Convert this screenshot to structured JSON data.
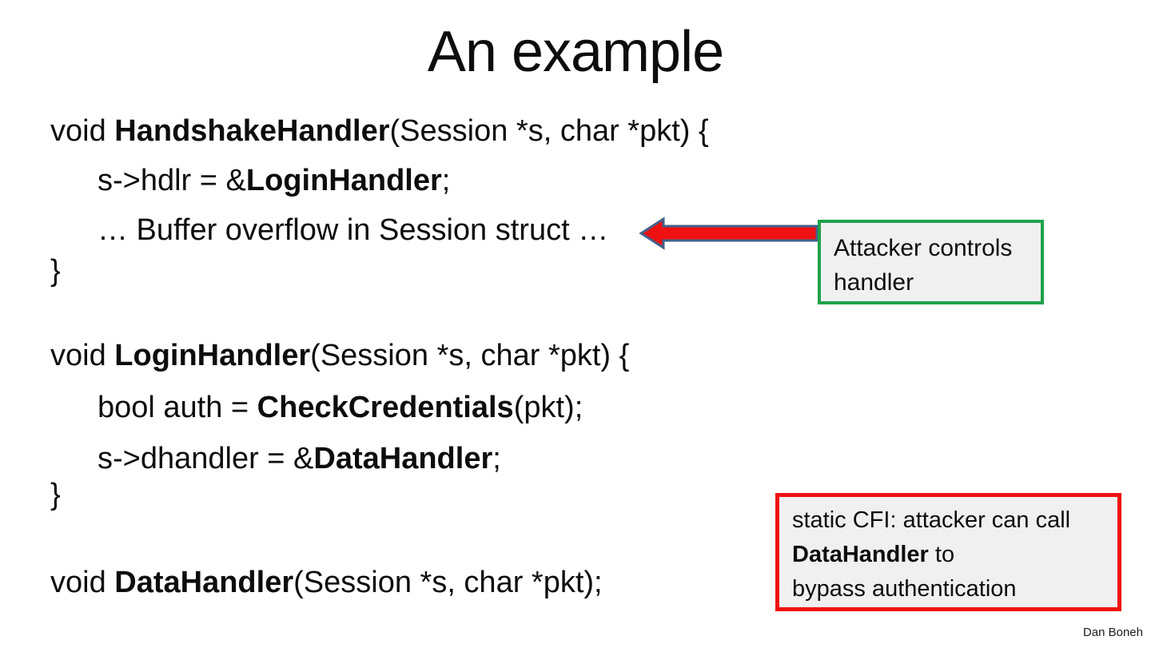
{
  "slide": {
    "title": "An example",
    "footer": "Dan Boneh"
  },
  "code": {
    "l1_pre": "void ",
    "l1_bold": "HandshakeHandler",
    "l1_post": "(Session *s, char *pkt) {",
    "l2_pre": "s->hdlr = &",
    "l2_bold": "LoginHandler",
    "l2_post": ";",
    "l3": "… Buffer overflow in Session struct …",
    "l4": "}",
    "l5_pre": "void ",
    "l5_bold": "LoginHandler",
    "l5_post": "(Session *s, char *pkt) {",
    "l6_pre": "bool auth = ",
    "l6_bold": "CheckCredentials",
    "l6_post": "(pkt);",
    "l7_pre": "s->dhandler = &",
    "l7_bold": "DataHandler",
    "l7_post": ";",
    "l8": "}",
    "l9_pre": "void ",
    "l9_bold": "DataHandler",
    "l9_post": "(Session *s, char *pkt);"
  },
  "callouts": {
    "attacker": {
      "line1": "Attacker controls",
      "line2": "handler",
      "border_color": "#1fa24a",
      "bg_color": "#f0f0f0"
    },
    "cfi": {
      "line1": "static CFI: attacker can call",
      "line2_bold": "DataHandler",
      "line2_rest": " to",
      "line3": "bypass authentication",
      "border_color": "#ee1111",
      "bg_color": "#f0f0f0"
    }
  },
  "arrow": {
    "icon": "left-arrow-icon",
    "fill": "#ee1111",
    "stroke": "#44618c"
  }
}
